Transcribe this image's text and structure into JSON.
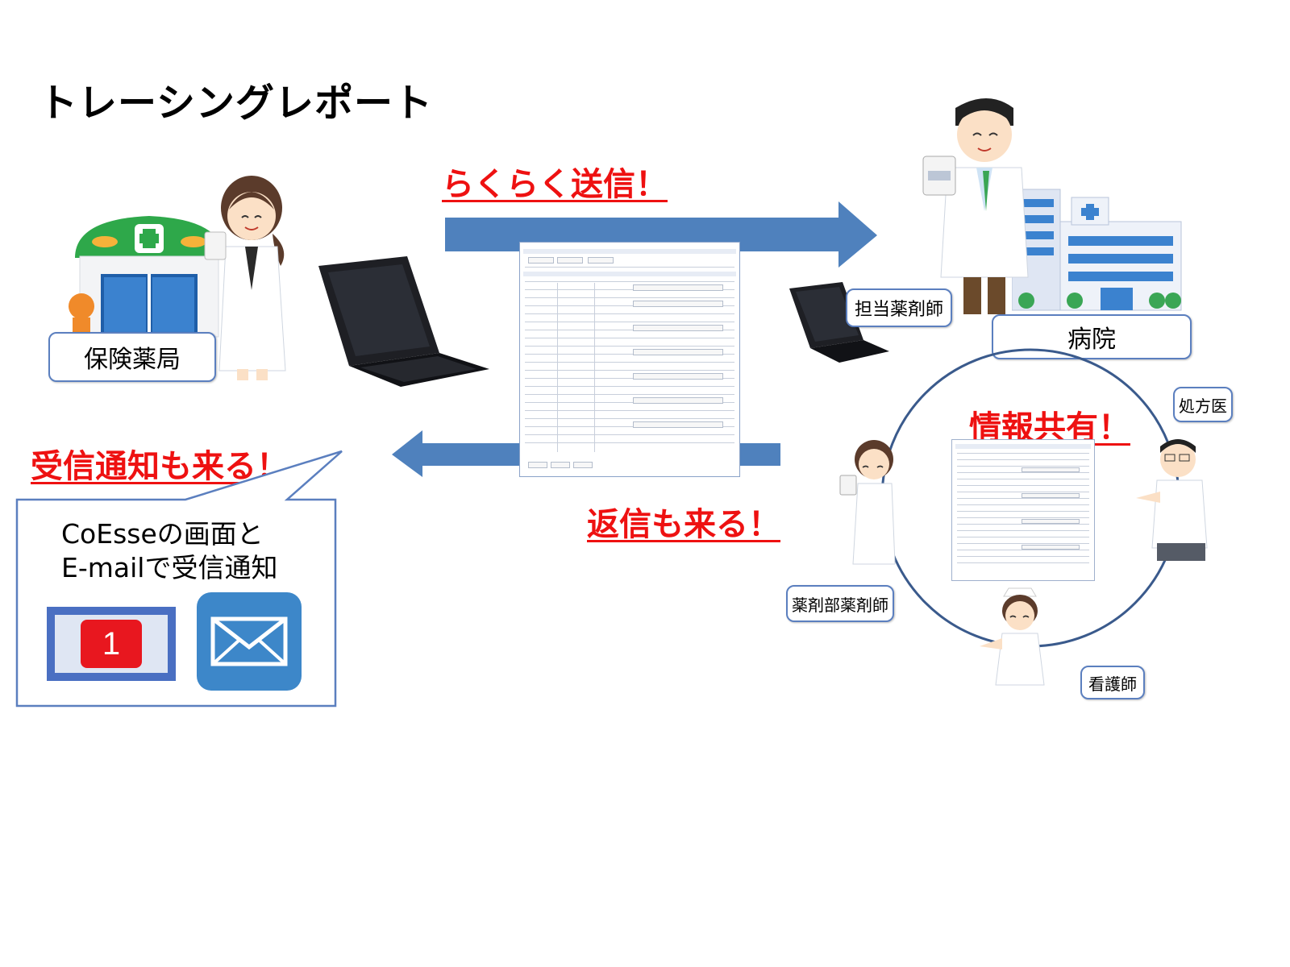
{
  "title": "トレーシングレポート",
  "captions": {
    "send": "らくらく送信！",
    "notify": "受信通知も来る！",
    "reply": "返信も来る！",
    "share": "情報共有！"
  },
  "labels": {
    "pharmacy": "保険薬局",
    "assigned_pharmacist": "担当薬剤師",
    "hospital": "病院",
    "prescriber": "処方医",
    "dept_pharmacist": "薬剤部薬剤師",
    "nurse": "看護師"
  },
  "callout": {
    "line1": "CoEsseの画面と",
    "line2": "E-mailで受信通知",
    "badge_count": "1"
  },
  "colors": {
    "arrow": "#4f81bd",
    "caption_red": "#ee1111",
    "label_border": "#5b7fbf",
    "circle": "#3a5a8c",
    "pharmacy_green": "#2ea84a",
    "mail_tile": "#3d87c9",
    "badge_red": "#e8171f",
    "badge_frame": "#4a6fc2"
  },
  "icons": [
    "pharmacy-building-icon",
    "laptop-icon",
    "hospital-building-icon",
    "mail-icon",
    "notification-badge-icon",
    "document-form-icon"
  ]
}
